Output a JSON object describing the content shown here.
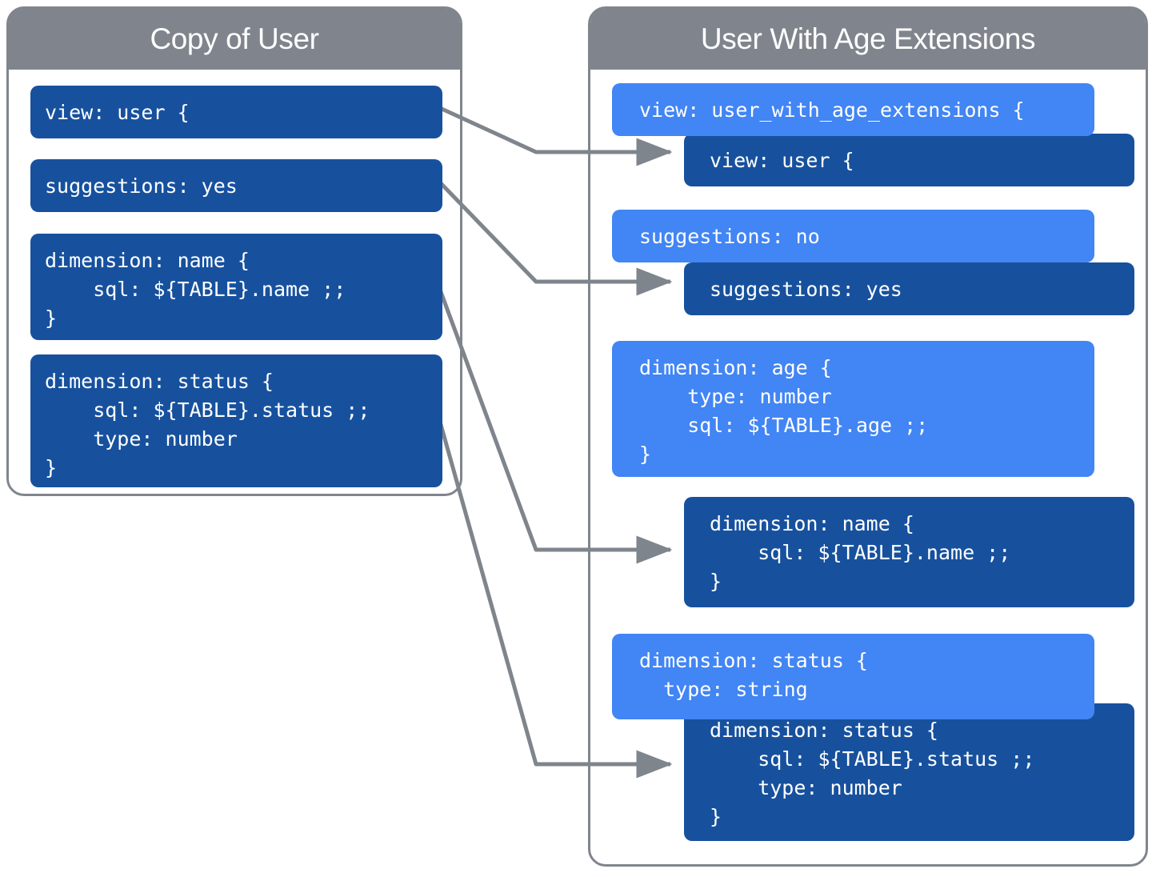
{
  "colors": {
    "header_gray": "#80858d",
    "dark_blue": "#17519e",
    "light_blue": "#4285f4",
    "connector_gray": "#7f858c",
    "panel_white": "#ffffff",
    "text_white": "#ffffff"
  },
  "left_panel": {
    "title": "Copy of User",
    "blocks": [
      {
        "id": "left-view",
        "text": "view: user {"
      },
      {
        "id": "left-suggestions",
        "text": "suggestions: yes"
      },
      {
        "id": "left-dimension-name",
        "text": "dimension: name {\n    sql: ${TABLE}.name ;;\n}"
      },
      {
        "id": "left-dimension-status",
        "text": "dimension: status {\n    sql: ${TABLE}.status ;;\n    type: number\n}"
      }
    ]
  },
  "right_panel": {
    "title": "User With Age Extensions",
    "blocks": [
      {
        "id": "right-view-extension",
        "variant": "light",
        "text": "view: user_with_age_extensions {"
      },
      {
        "id": "right-view-inherited",
        "variant": "dark",
        "text": "view: user {"
      },
      {
        "id": "right-suggestions-override",
        "variant": "light",
        "text": "suggestions: no"
      },
      {
        "id": "right-suggestions-inherited",
        "variant": "dark",
        "text": "suggestions: yes"
      },
      {
        "id": "right-dimension-age",
        "variant": "light",
        "text": "dimension: age {\n    type: number\n    sql: ${TABLE}.age ;;\n}"
      },
      {
        "id": "right-dimension-name",
        "variant": "dark",
        "text": "dimension: name {\n    sql: ${TABLE}.name ;;\n}"
      },
      {
        "id": "right-dimension-status-override",
        "variant": "light",
        "text": "dimension: status {\n  type: string"
      },
      {
        "id": "right-dimension-status-inherited",
        "variant": "dark",
        "text": "dimension: status {\n    sql: ${TABLE}.status ;;\n    type: number\n}"
      }
    ]
  },
  "connectors": [
    {
      "id": "connector-view",
      "from": "left-view",
      "to": "right-view-inherited"
    },
    {
      "id": "connector-suggestions",
      "from": "left-suggestions",
      "to": "right-suggestions-inherited"
    },
    {
      "id": "connector-name",
      "from": "left-dimension-name",
      "to": "right-dimension-name"
    },
    {
      "id": "connector-status",
      "from": "left-dimension-status",
      "to": "right-dimension-status-inherited"
    }
  ]
}
